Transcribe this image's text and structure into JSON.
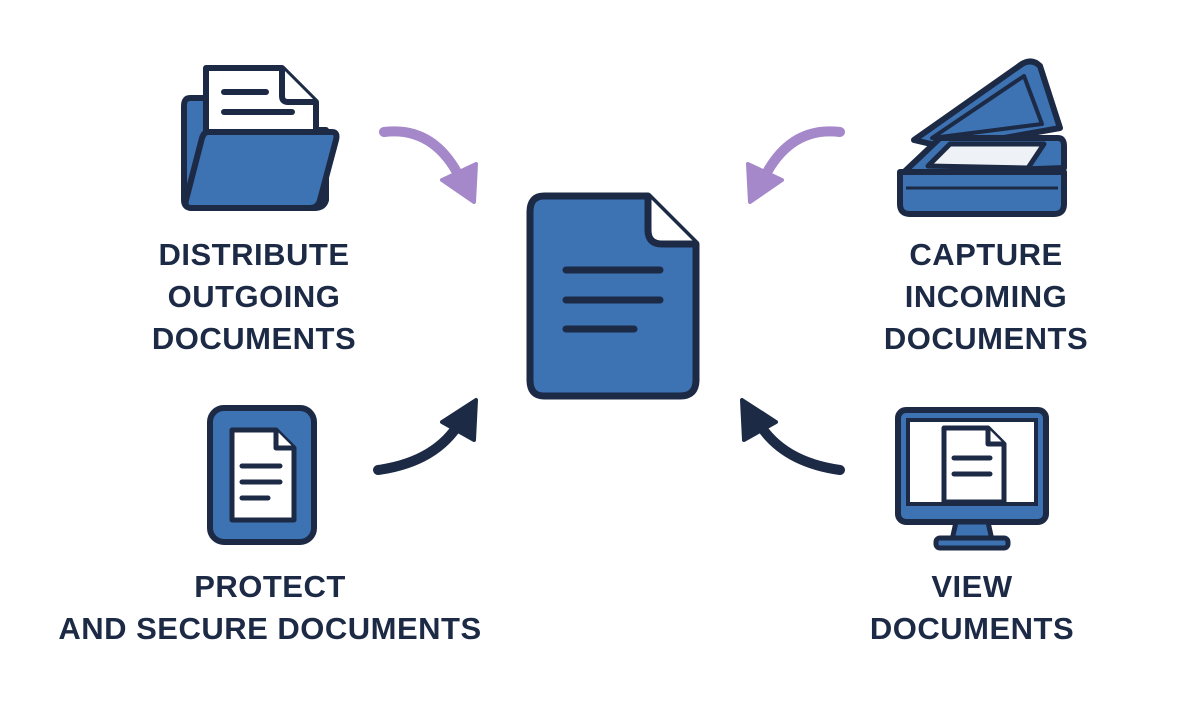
{
  "colors": {
    "blue": "#3d73b3",
    "outline": "#1c2a45",
    "paper": "#ffffff",
    "scanner_glass": "#eef1f5",
    "arrow_purple": "#a488c9",
    "arrow_dark": "#1c2a45",
    "text": "#1c2a45"
  },
  "center": {
    "icon": "document-icon"
  },
  "steps": {
    "distribute": {
      "icon": "folder-document-icon",
      "lines": [
        "DISTRIBUTE",
        "OUTGOING",
        "DOCUMENTS"
      ],
      "arrow": "purple-arrow-icon"
    },
    "capture": {
      "icon": "scanner-icon",
      "lines": [
        "CAPTURE",
        "INCOMING",
        "DOCUMENTS"
      ],
      "arrow": "purple-arrow-icon"
    },
    "protect": {
      "icon": "tablet-document-icon",
      "lines": [
        "PROTECT",
        "AND SECURE DOCUMENTS"
      ],
      "arrow": "dark-arrow-icon"
    },
    "view": {
      "icon": "monitor-document-icon",
      "lines": [
        "VIEW",
        "DOCUMENTS"
      ],
      "arrow": "dark-arrow-icon"
    }
  }
}
